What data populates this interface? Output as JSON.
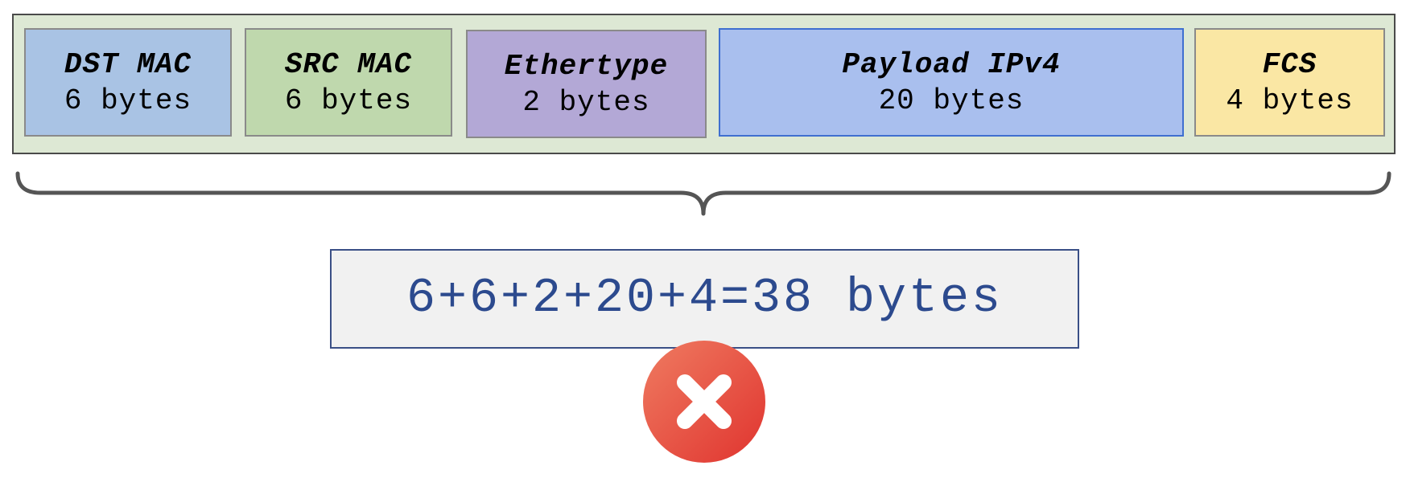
{
  "fields": [
    {
      "name": "DST MAC",
      "size": "6 bytes",
      "color": "#a9c3e4",
      "border": "#8a8a8a"
    },
    {
      "name": "SRC MAC",
      "size": "6 bytes",
      "color": "#bfd8ad",
      "border": "#8a8a8a"
    },
    {
      "name": "Ethertype",
      "size": "2 bytes",
      "color": "#b3a8d6",
      "border": "#8a8a8a"
    },
    {
      "name": "Payload IPv4",
      "size": "20 bytes",
      "color": "#a9bfee",
      "border": "#3f6fd0"
    },
    {
      "name": "FCS",
      "size": "4 bytes",
      "color": "#fae7a4",
      "border": "#8a8a8a"
    }
  ],
  "sum": {
    "text": "6+6+2+20+4=38 bytes"
  },
  "icons": {
    "result": "x-circle-icon",
    "result_color": "#e5473e"
  }
}
